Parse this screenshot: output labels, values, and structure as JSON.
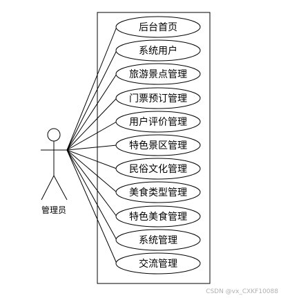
{
  "diagram": {
    "actor": {
      "label": "管理员"
    },
    "use_cases": [
      {
        "id": "uc-home",
        "label": "后台首页"
      },
      {
        "id": "uc-users",
        "label": "系统用户"
      },
      {
        "id": "uc-attractions",
        "label": "旅游景点管理"
      },
      {
        "id": "uc-tickets",
        "label": "门票预订管理"
      },
      {
        "id": "uc-reviews",
        "label": "用户评价管理"
      },
      {
        "id": "uc-special-attractions",
        "label": "特色景区管理"
      },
      {
        "id": "uc-folk-culture",
        "label": "民俗文化管理"
      },
      {
        "id": "uc-food-types",
        "label": "美食类型管理"
      },
      {
        "id": "uc-special-food",
        "label": "特色美食管理"
      },
      {
        "id": "uc-system",
        "label": "系统管理"
      },
      {
        "id": "uc-exchange",
        "label": "交流管理"
      }
    ],
    "colors": {
      "line": "#000000",
      "background": "#ffffff"
    }
  },
  "watermark": {
    "text": "CSDN @vx_CXKF10088"
  }
}
